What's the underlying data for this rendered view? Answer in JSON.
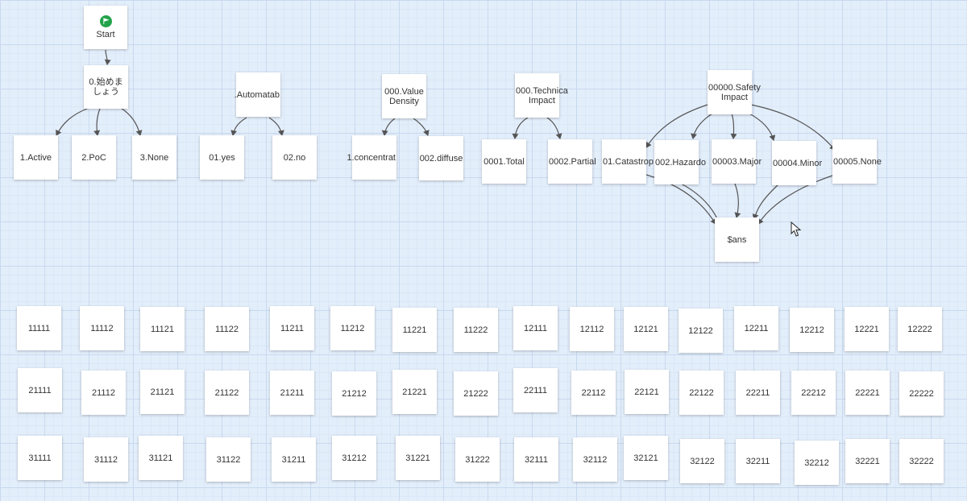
{
  "flow": {
    "start": {
      "label": "Start",
      "icon": "start-flag-icon"
    },
    "q0": "0.始めま\nしょう",
    "q0_answers": [
      "1.Active",
      "2.PoC",
      "3.None"
    ],
    "q1": ".Automatab",
    "q1_answers": [
      "01.yes",
      "02.no"
    ],
    "q2": "000.Value\nDensity",
    "q2_answers": [
      "1.concentrat",
      "002.diffuse"
    ],
    "q3": "000.Technica\nImpact",
    "q3_answers": [
      "0001.Total",
      "0002.Partial"
    ],
    "q4": "00000.Safety\nImpact",
    "q4_answers": [
      "01.Catastrop",
      "002.Hazardo",
      "00003.Major",
      "00004.Minor",
      "00005.None"
    ],
    "result": "$ans"
  },
  "outcomes": {
    "row1": [
      "11111",
      "11112",
      "11121",
      "11122",
      "11211",
      "11212",
      "11221",
      "11222",
      "12111",
      "12112",
      "12121",
      "12122",
      "12211",
      "12212",
      "12221",
      "12222"
    ],
    "row2": [
      "21111",
      "21112",
      "21121",
      "21122",
      "21211",
      "21212",
      "21221",
      "21222",
      "22111",
      "22112",
      "22121",
      "22122",
      "22211",
      "22212",
      "22221",
      "22222"
    ],
    "row3": [
      "31111",
      "31112",
      "31121",
      "31122",
      "31211",
      "31212",
      "31221",
      "31222",
      "32111",
      "32112",
      "32121",
      "32122",
      "32211",
      "32212",
      "32221",
      "32222"
    ]
  },
  "colors": {
    "canvas_bg": "#e3eefb",
    "node_bg": "#ffffff",
    "edge": "#555555",
    "start_icon": "#22a34a"
  }
}
